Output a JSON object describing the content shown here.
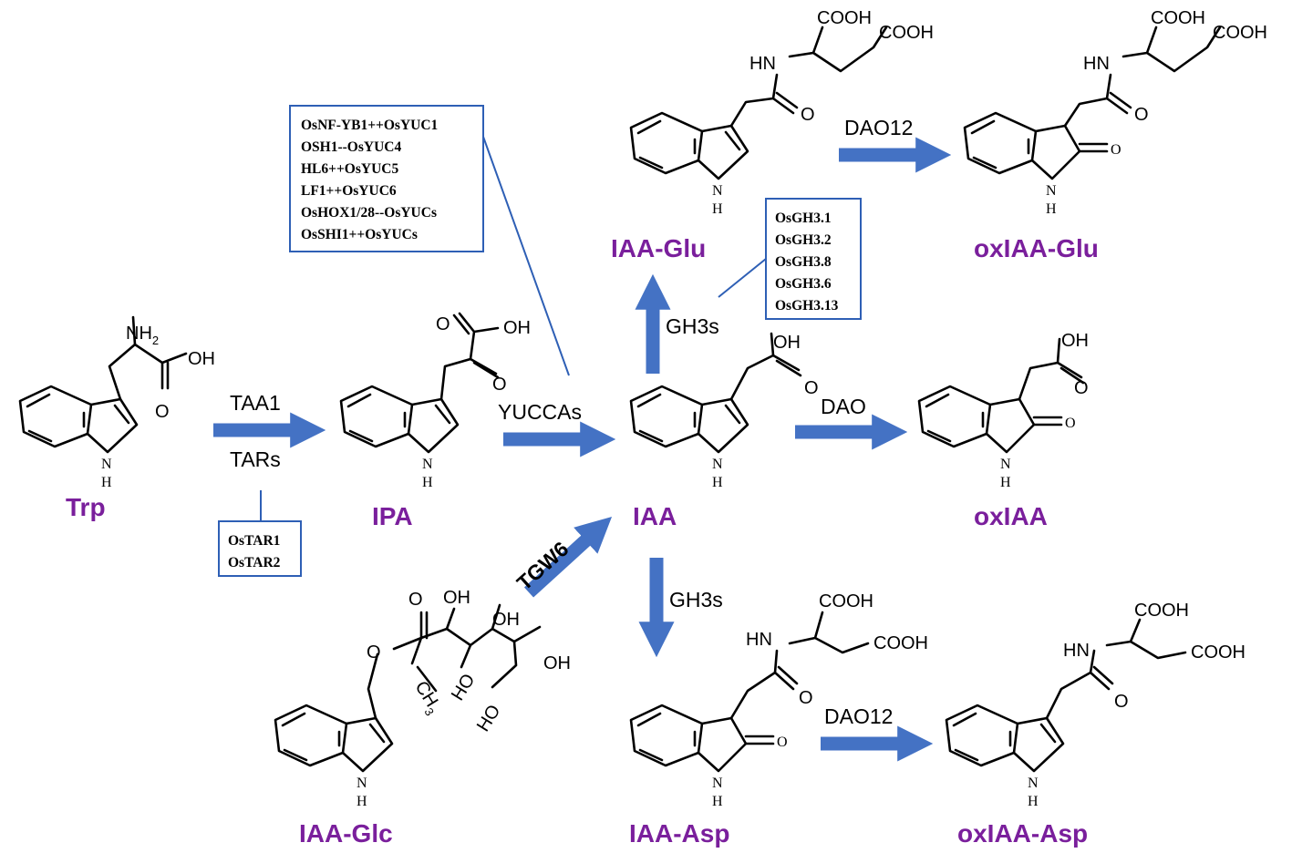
{
  "colors": {
    "arrow": "#4472c4",
    "compound_label": "#7a1f9c",
    "box_border": "#2e5fb5"
  },
  "compounds": {
    "trp": "Trp",
    "ipa": "IPA",
    "iaa": "IAA",
    "oxiaa": "oxIAA",
    "iaa_glu": "IAA-Glu",
    "oxiaa_glu": "oxIAA-Glu",
    "iaa_asp": "IAA-Asp",
    "oxiaa_asp": "oxIAA-Asp",
    "iaa_glc": "IAA-Glc"
  },
  "enzymes": {
    "taa1": "TAA1",
    "tars": "TARs",
    "yuccas": "YUCCAs",
    "dao": "DAO",
    "gh3s_up": "GH3s",
    "gh3s_down": "GH3s",
    "dao12_top": "DAO12",
    "dao12_bottom": "DAO12",
    "tgw6": "TGW6"
  },
  "boxes": {
    "yuc_regulators": [
      "OsNF-YB1++OsYUC1",
      "OSH1--OsYUC4",
      "HL6++OsYUC5",
      "LF1++OsYUC6",
      "OsHOX1/28--OsYUCs",
      "OsSHI1++OsYUCs"
    ],
    "gh3_genes": [
      "OsGH3.1",
      "OsGH3.2",
      "OsGH3.8",
      "OsGH3.6",
      "OsGH3.13"
    ],
    "tar_genes": [
      "OsTAR1",
      "OsTAR2"
    ]
  },
  "atoms": {
    "nh": "N",
    "h": "H",
    "hn": "HN",
    "o": "O",
    "oh": "OH",
    "ho": "HO",
    "cooh": "COOH",
    "nh2": "NH",
    "sub2": "2",
    "ch3": "CH",
    "sub3": "3"
  }
}
